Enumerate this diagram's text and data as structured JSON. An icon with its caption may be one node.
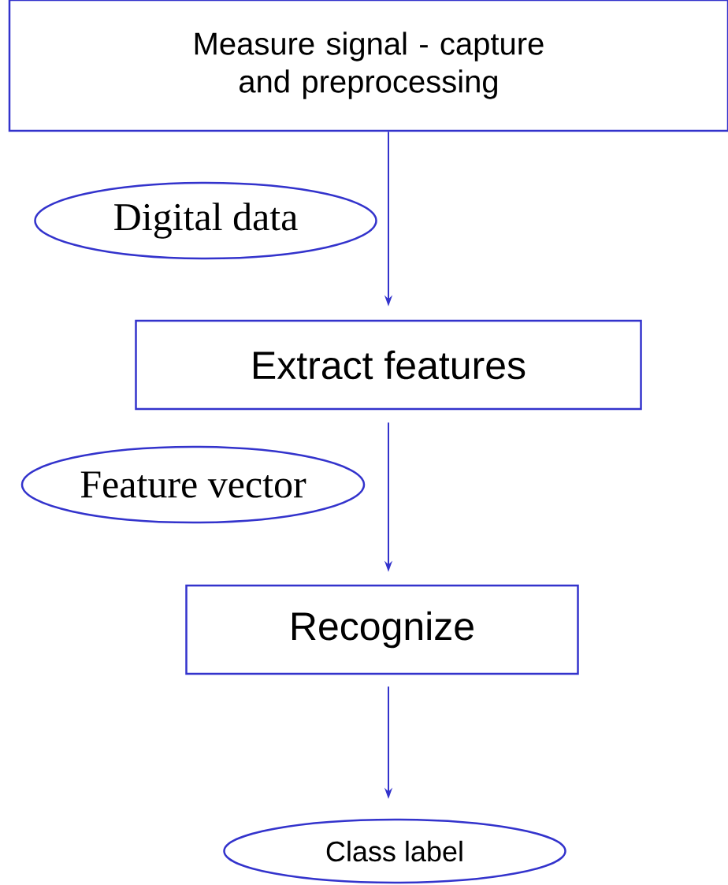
{
  "diagram": {
    "nodes": [
      {
        "text": [
          "Measure signal - capture and preprocessing"
        ]
      },
      {
        "text": [
          "Digital data"
        ]
      },
      {
        "text": [
          "Extract features"
        ]
      },
      {
        "text": [
          "Feature vector"
        ]
      },
      {
        "text": [
          "Recognize"
        ]
      },
      {
        "text": [
          "Class label"
        ]
      }
    ],
    "edges": [
      {
        "from": 0,
        "to": 2,
        "arrow": "to"
      },
      {
        "from": 2,
        "to": 4,
        "arrow": "to"
      },
      {
        "from": 4,
        "to": 5,
        "arrow": "to"
      }
    ]
  }
}
